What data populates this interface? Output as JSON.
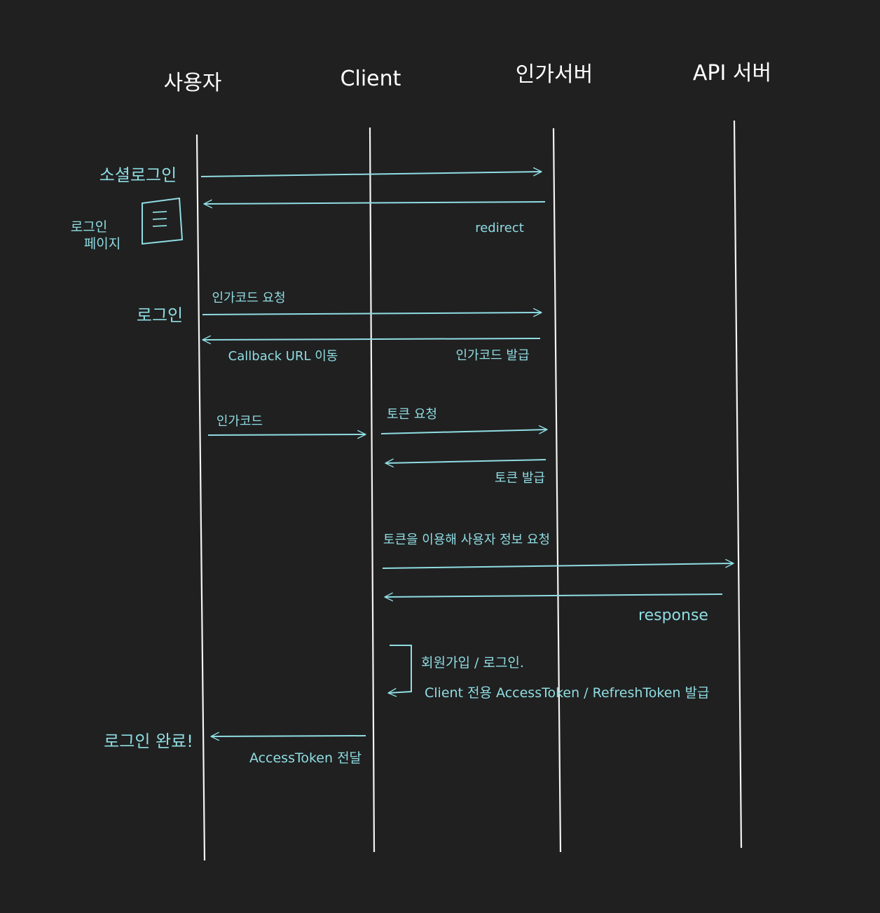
{
  "participants": {
    "user": "사용자",
    "client": "Client",
    "auth_server": "인가서버",
    "api_server": "API 서버"
  },
  "labels": {
    "social_login": "소셜로그인",
    "login_page": "로그인 페이지",
    "redirect": "redirect",
    "login": "로그인",
    "auth_code_request": "인가코드 요청",
    "callback_url": "Callback URL 이동",
    "auth_code_issue": "인가코드 발급",
    "auth_code": "인가코드",
    "token_request": "토큰 요청",
    "token_issue": "토큰 발급",
    "userinfo_request": "토큰을 이용해 사용자 정보 요청",
    "response": "response",
    "signup_login": "회원가입 / 로그인.",
    "client_tokens": "Client 전용 AccessToken / RefreshToken 발급",
    "login_done": "로그인 완료!",
    "access_token_deliver": "AccessToken 전달"
  },
  "icons": {
    "login_page_doc": "document-icon"
  },
  "colors": {
    "background": "#202020",
    "lifeline": "#f2f2f2",
    "arrow": "#8fdde3",
    "participant_text": "#ffffff",
    "label_text": "#8fdde3"
  }
}
